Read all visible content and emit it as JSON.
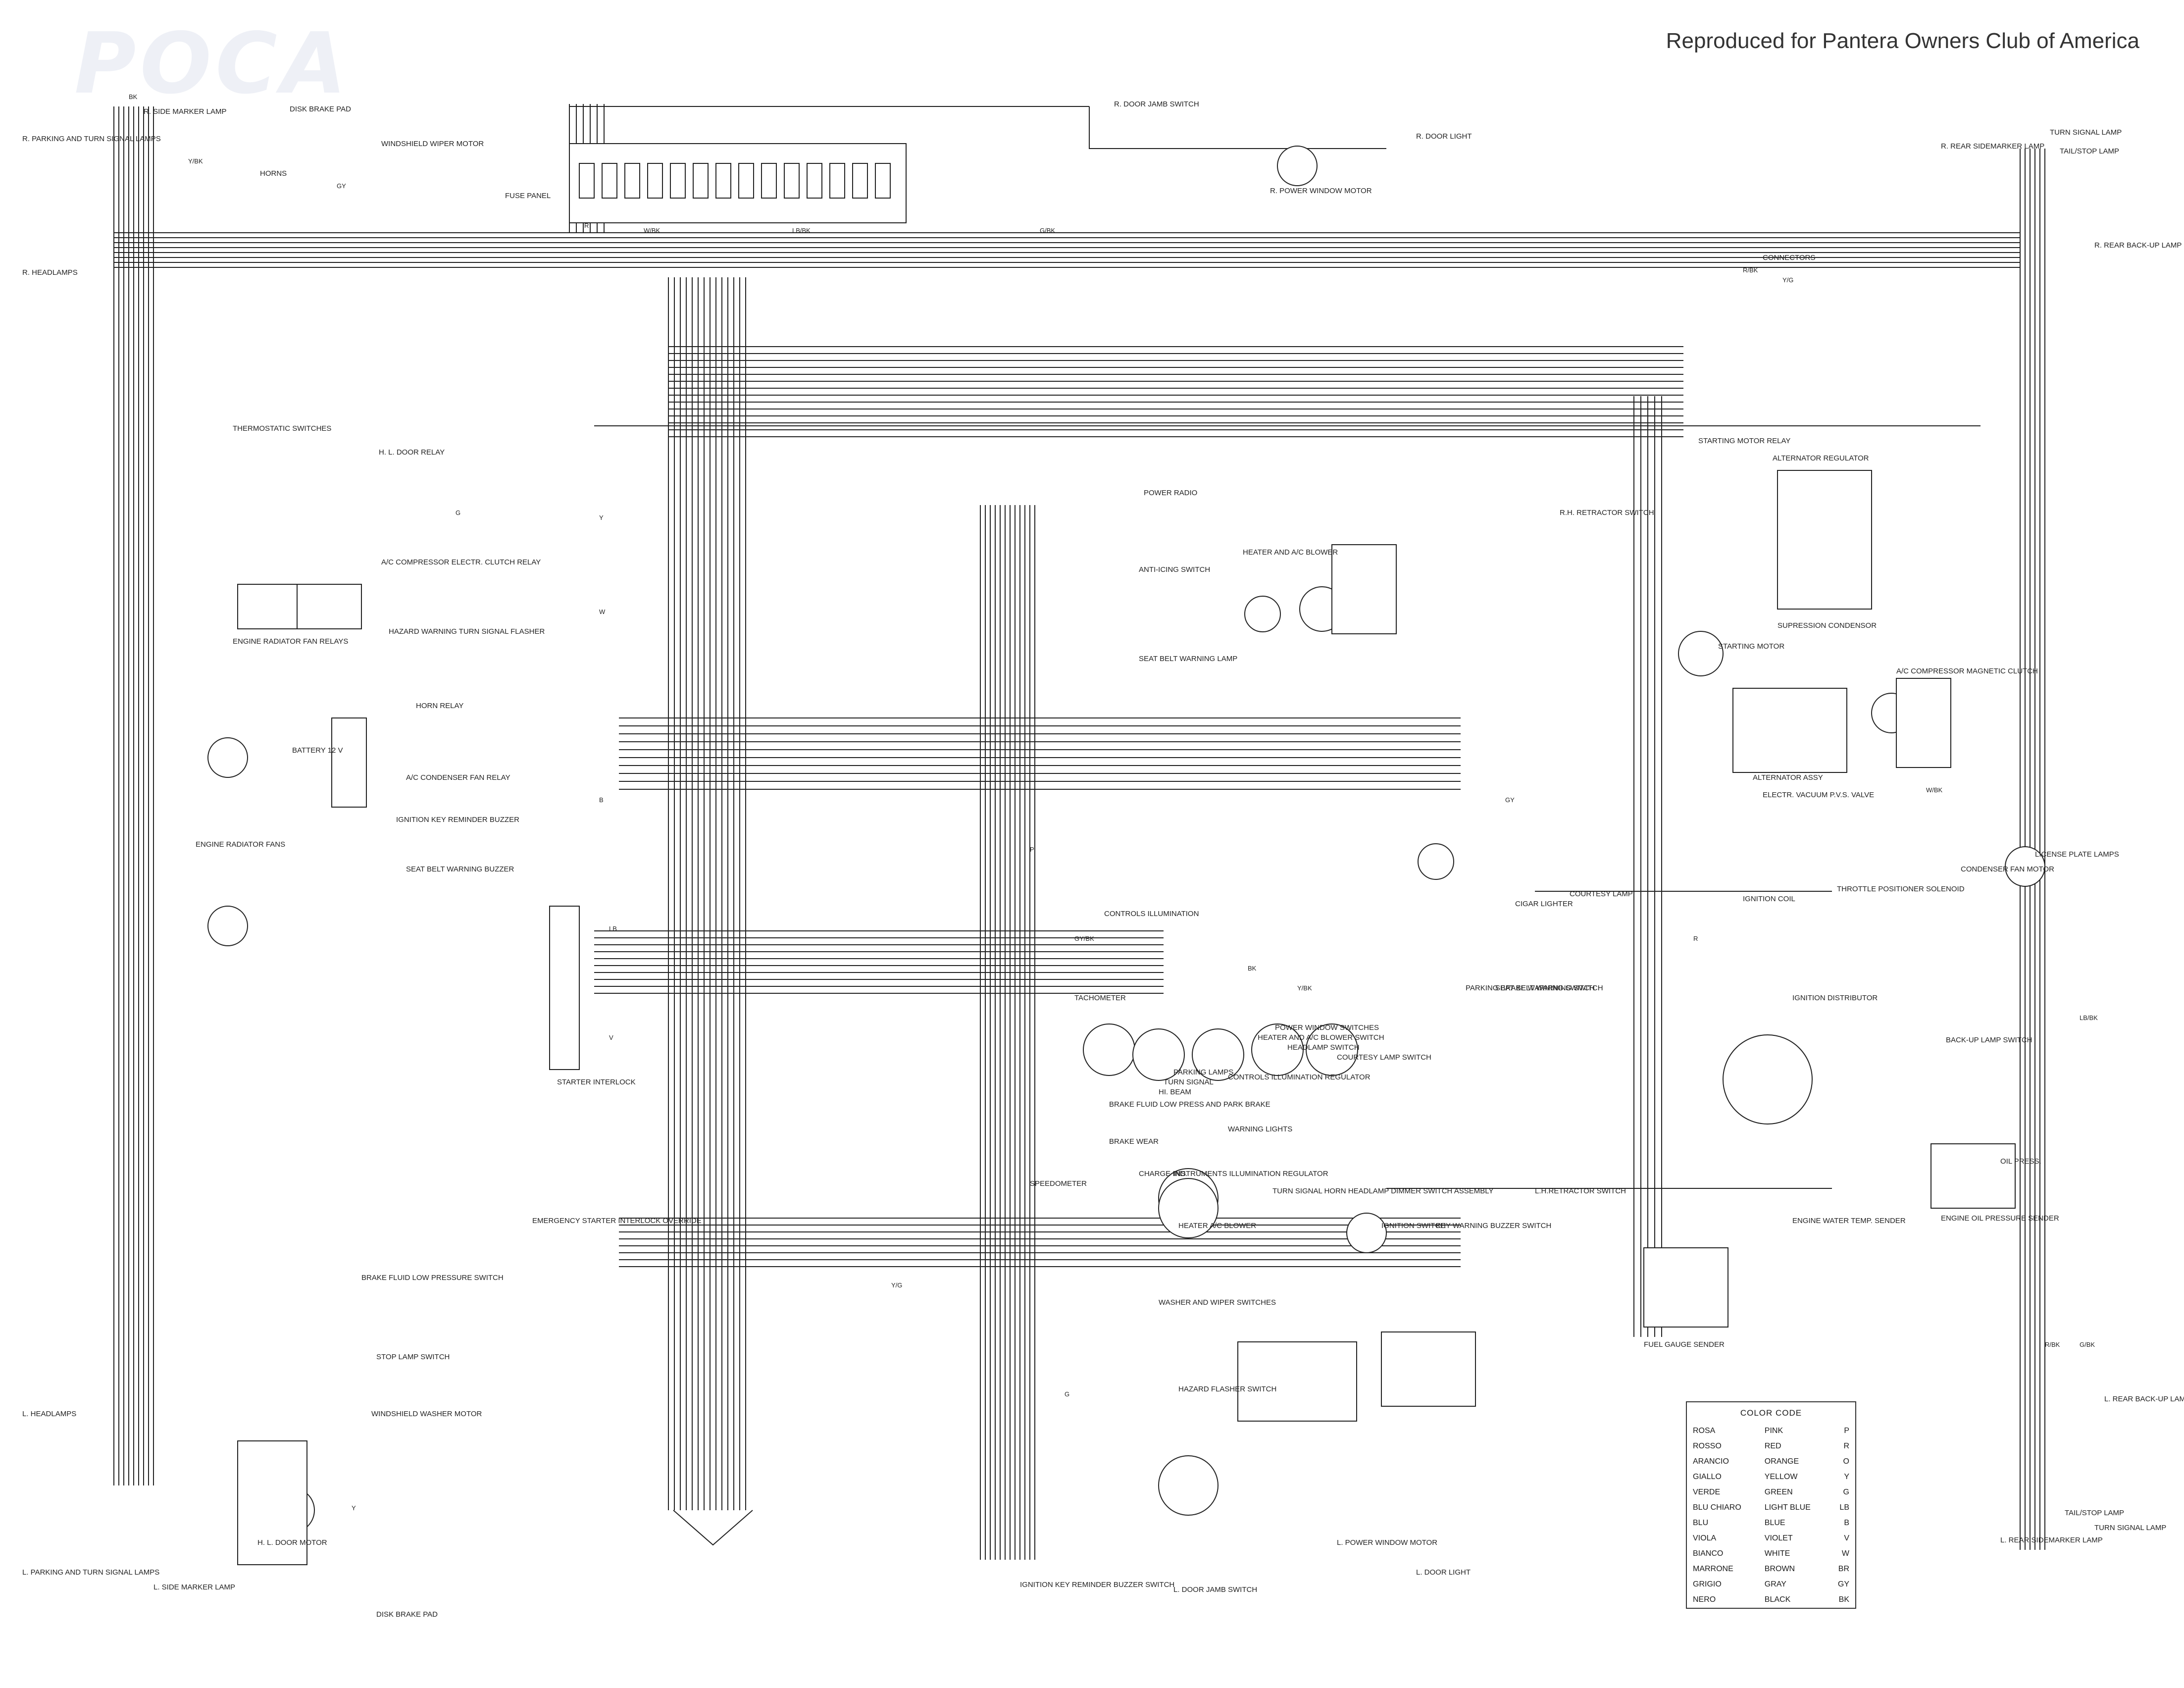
{
  "header": {
    "credit": "Reproduced for Pantera Owners Club of America",
    "watermark": "POCA"
  },
  "components": {
    "r_side_marker": "R. SIDE MARKER LAMP",
    "r_parking_turn": "R. PARKING AND TURN SIGNAL LAMPS",
    "r_headlamps": "R. HEADLAMPS",
    "disk_brake_pad_r": "DISK BRAKE PAD",
    "horns": "HORNS",
    "windshield_wiper_motor": "WINDSHIELD WIPER MOTOR",
    "fuse_panel": "FUSE PANEL",
    "r_door_jamb": "R. DOOR JAMB SWITCH",
    "r_door_light": "R. DOOR LIGHT",
    "r_power_window": "R. POWER WINDOW MOTOR",
    "turn_signal_lamp_r": "TURN SIGNAL LAMP",
    "tail_stop_lamp_r": "TAIL/STOP LAMP",
    "r_rear_sidemarker": "R. REAR SIDEMARKER LAMP",
    "r_rear_backup": "R. REAR BACK-UP LAMP",
    "connectors": "CONNECTORS",
    "thermostatic_switches": "THERMOSTATIC SWITCHES",
    "hl_door_relay": "H. L. DOOR RELAY",
    "engine_radiator_fan_relays": "ENGINE RADIATOR FAN RELAYS",
    "ac_compressor_clutch_relay": "A/C COMPRESSOR ELECTR. CLUTCH RELAY",
    "hazard_flasher": "HAZARD WARNING TURN SIGNAL FLASHER",
    "horn_relay": "HORN RELAY",
    "ac_condenser_fan_relay": "A/C CONDENSER FAN RELAY",
    "ignition_key_buzzer": "IGNITION KEY REMINDER BUZZER",
    "seat_belt_buzzer": "SEAT BELT WARNING BUZZER",
    "battery": "BATTERY 12 V",
    "engine_radiator_fans": "ENGINE RADIATOR FANS",
    "power_radio": "POWER RADIO",
    "anti_icing_switch": "ANTI-ICING SWITCH",
    "heater_ac_blower": "HEATER AND A/C BLOWER",
    "seat_belt_lamp": "SEAT BELT WARNING LAMP",
    "rh_retractor": "R.H. RETRACTOR SWITCH",
    "starting_motor_relay": "STARTING MOTOR RELAY",
    "alternator_regulator": "ALTERNATOR REGULATOR",
    "supression_condensor": "SUPRESSION CONDENSOR",
    "starting_motor": "STARTING MOTOR",
    "alternator_assy": "ALTERNATOR ASSY",
    "ac_magnetic_clutch": "A/C COMPRESSOR MAGNETIC CLUTCH",
    "vacuum_valve": "ELECTR. VACUUM P.V.S. VALVE",
    "condenser_fan_motor": "CONDENSER FAN MOTOR",
    "license_plate_lamps": "LICENSE PLATE LAMPS",
    "ignition_coil": "IGNITION COIL",
    "throttle_solenoid": "THROTTLE POSITIONER SOLENOID",
    "ignition_distributor": "IGNITION DISTRIBUTOR",
    "backup_lamp_switch": "BACK-UP LAMP SWITCH",
    "cigar_lighter": "CIGAR LIGHTER",
    "courtesy_lamp": "COURTESY LAMP",
    "parking_brake_switch": "PARKING BRAKE WARNING SWITCH",
    "seat_belt_switch": "SEAT BELT WARNING SWITCH",
    "controls_illumination": "CONTROLS ILLUMINATION",
    "tachometer": "TACHOMETER",
    "starter_interlock": "STARTER INTERLOCK",
    "power_window_switches": "POWER WINDOW SWITCHES",
    "heater_blower_switch": "HEATER AND A/C BLOWER SWITCH",
    "headlamp_switch": "HEADLAMP SWITCH",
    "courtesy_lamp_switch": "COURTESY LAMP SWITCH",
    "parking_lamps": "PARKING LAMPS",
    "turn_signal": "TURN SIGNAL",
    "hi_beam": "HI. BEAM",
    "controls_illum_regulator": "CONTROLS ILLUMINATION REGULATOR",
    "brake_fluid_low": "BRAKE FLUID LOW PRESS AND PARK BRAKE",
    "brake_wear": "BRAKE WEAR",
    "warning_lights": "WARNING LIGHTS",
    "charge_ind": "CHARGE IND.",
    "instruments_illum_reg": "INSTRUMENTS ILLUMINATION REGULATOR",
    "speedometer": "SPEEDOMETER",
    "heater_ac_blower_ind": "HEATER A/C BLOWER",
    "emergency_starter_override": "EMERGENCY STARTER INTERLOCK OVERRIDE",
    "lh_retractor": "L.H.RETRACTOR SWITCH",
    "engine_water_temp": "ENGINE WATER TEMP. SENDER",
    "engine_oil_pressure": "ENGINE OIL PRESSURE SENDER",
    "oil_press": "OIL PRESS.",
    "fuel_gauge_sender": "FUEL GAUGE SENDER",
    "turn_signal_dimmer": "TURN SIGNAL HORN HEADLAMP DIMMER SWITCH ASSEMBLY",
    "ignition_switch": "IGNITION SWITCH",
    "key_warning_buzzer_switch": "KEY WARNING BUZZER SWITCH",
    "brake_fluid_low_switch": "BRAKE FLUID LOW PRESSURE SWITCH",
    "stop_lamp_switch": "STOP LAMP SWITCH",
    "windshield_washer_motor": "WINDSHIELD WASHER MOTOR",
    "washer_wiper_switches": "WASHER AND WIPER SWITCHES",
    "hazard_flasher_switch": "HAZARD FLASHER SWITCH",
    "l_headlamps": "L. HEADLAMPS",
    "l_parking_turn": "L. PARKING AND TURN SIGNAL LAMPS",
    "l_side_marker": "L. SIDE MARKER LAMP",
    "hl_door_motor": "H. L. DOOR MOTOR",
    "disk_brake_pad_l": "DISK BRAKE PAD",
    "ignition_key_reminder_switch": "IGNITION KEY REMINDER BUZZER SWITCH",
    "l_door_jamb": "L. DOOR JAMB SWITCH",
    "l_power_window": "L. POWER WINDOW MOTOR",
    "l_door_light": "L. DOOR LIGHT",
    "l_rear_backup": "L. REAR BACK-UP LAMP",
    "tail_stop_lamp_l": "TAIL/STOP LAMP",
    "turn_signal_lamp_l": "TURN SIGNAL LAMP",
    "l_rear_sidemarker": "L. REAR SIDEMARKER LAMP"
  },
  "wire_codes": [
    "BK",
    "Y/BK",
    "GY",
    "R",
    "W/BK",
    "LB/BK",
    "G/BK",
    "R/BK",
    "Y/G",
    "G",
    "Y",
    "W",
    "B",
    "LB",
    "V",
    "P",
    "GY/BK"
  ],
  "legend": {
    "title": "COLOR CODE",
    "rows": [
      {
        "it": "ROSA",
        "en": "PINK",
        "code": "P"
      },
      {
        "it": "ROSSO",
        "en": "RED",
        "code": "R"
      },
      {
        "it": "ARANCIO",
        "en": "ORANGE",
        "code": "O"
      },
      {
        "it": "GIALLO",
        "en": "YELLOW",
        "code": "Y"
      },
      {
        "it": "VERDE",
        "en": "GREEN",
        "code": "G"
      },
      {
        "it": "BLU CHIARO",
        "en": "LIGHT BLUE",
        "code": "LB"
      },
      {
        "it": "BLU",
        "en": "BLUE",
        "code": "B"
      },
      {
        "it": "VIOLA",
        "en": "VIOLET",
        "code": "V"
      },
      {
        "it": "BIANCO",
        "en": "WHITE",
        "code": "W"
      },
      {
        "it": "MARRONE",
        "en": "BROWN",
        "code": "BR"
      },
      {
        "it": "GRIGIO",
        "en": "GRAY",
        "code": "GY"
      },
      {
        "it": "NERO",
        "en": "BLACK",
        "code": "BK"
      }
    ]
  }
}
